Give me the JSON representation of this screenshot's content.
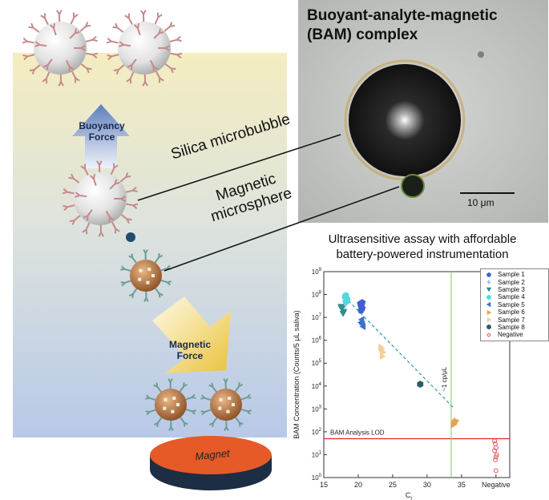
{
  "left_panel": {
    "buoyancy_label": "Buoyancy\nForce",
    "magnetic_label": "Magnetic\nForce",
    "magnet_label": "Magnet",
    "colors": {
      "background_top": "#f4edc0",
      "background_bottom": "#b8c9e8",
      "buoyancy_arrow": "#5f7ebc",
      "magnetic_arrow": "#e9c23a",
      "magnet_top": "#e65a27"
    }
  },
  "photo": {
    "title": "Buoyant-analyte-magnetic\n(BAM) complex",
    "scale_bar": "10 μm"
  },
  "callouts": {
    "silica": "Silica microbubble",
    "magnetic": "Magnetic\nmicrosphere"
  },
  "chart_title": "Ultrasensitive assay with affordable\nbattery-powered instrumentation",
  "chart_data": {
    "type": "scatter",
    "ylog": true,
    "xlabel": "C_t",
    "ylabel": "BAM Concentration (Counts/5 μL saliva)",
    "x_tick_labels": [
      "15",
      "20",
      "25",
      "30",
      "35",
      "Negative"
    ],
    "y_tick_labels": [
      "10^0",
      "10^1",
      "10^2",
      "10^3",
      "10^4",
      "10^5",
      "10^6",
      "10^7",
      "10^8",
      "10^9"
    ],
    "xlim": [
      15,
      42
    ],
    "ylim_log10": [
      0,
      9
    ],
    "lod_label": "BAM Analysis LOD",
    "lod_value": 50,
    "vertical_line_label": "~1 cp/μL",
    "vertical_line_x": 33.5,
    "trend_line": [
      [
        18,
        80000000
      ],
      [
        34,
        1000
      ]
    ],
    "legend_position": "top-right",
    "series": [
      {
        "name": "Sample 1",
        "marker": "pentagon",
        "color": "#3f5fd4",
        "points": [
          [
            20.3,
            40000000.0
          ],
          [
            20.4,
            30000000.0
          ],
          [
            20.6,
            25000000.0
          ],
          [
            20.4,
            20000000.0
          ],
          [
            20.5,
            35000000.0
          ],
          [
            20.6,
            45000000.0
          ]
        ]
      },
      {
        "name": "Sample 2",
        "marker": "diamond",
        "color": "#9ec7f2",
        "points": [
          [
            18.1,
            70000000.0
          ],
          [
            18.0,
            50000000.0
          ],
          [
            18.2,
            40000000.0
          ],
          [
            17.9,
            30000000.0
          ],
          [
            18.3,
            60000000.0
          ]
        ]
      },
      {
        "name": "Sample 3",
        "marker": "triangle-down",
        "color": "#2e8e8a",
        "points": [
          [
            17.6,
            25000000.0
          ],
          [
            17.8,
            15000000.0
          ],
          [
            17.5,
            30000000.0
          ],
          [
            17.9,
            18000000.0
          ]
        ]
      },
      {
        "name": "Sample 4",
        "marker": "hexagon",
        "color": "#4fd8e0",
        "points": [
          [
            18.2,
            90000000.0
          ],
          [
            18.4,
            60000000.0
          ],
          [
            18.1,
            80000000.0
          ],
          [
            18.3,
            50000000.0
          ]
        ]
      },
      {
        "name": "Sample 5",
        "marker": "triangle-left",
        "color": "#3f6fcf",
        "points": [
          [
            20.5,
            8000000.0
          ],
          [
            20.6,
            5000000.0
          ],
          [
            20.4,
            6000000.0
          ],
          [
            20.7,
            4000000.0
          ]
        ]
      },
      {
        "name": "Sample 6",
        "marker": "triangle-right",
        "color": "#e2a457",
        "points": [
          [
            33.8,
            200
          ],
          [
            34.0,
            250
          ],
          [
            34.2,
            300
          ],
          [
            33.9,
            220
          ]
        ]
      },
      {
        "name": "Sample 7",
        "marker": "triangle-right",
        "color": "#f2cf9a",
        "points": [
          [
            23.4,
            400000.0
          ],
          [
            23.6,
            300000.0
          ],
          [
            23.5,
            200000.0
          ],
          [
            23.3,
            500000.0
          ]
        ]
      },
      {
        "name": "Sample 8",
        "marker": "hexagon",
        "color": "#2b5d68",
        "points": [
          [
            29.0,
            12000
          ]
        ]
      },
      {
        "name": "Negative",
        "marker": "circle-open",
        "color": "#e25555",
        "points": [
          [
            39.8,
            40
          ],
          [
            39.9,
            30
          ],
          [
            40.0,
            20
          ],
          [
            39.8,
            15
          ],
          [
            40.1,
            10
          ],
          [
            40.0,
            8
          ],
          [
            39.9,
            6
          ],
          [
            40.0,
            2
          ]
        ]
      }
    ]
  }
}
